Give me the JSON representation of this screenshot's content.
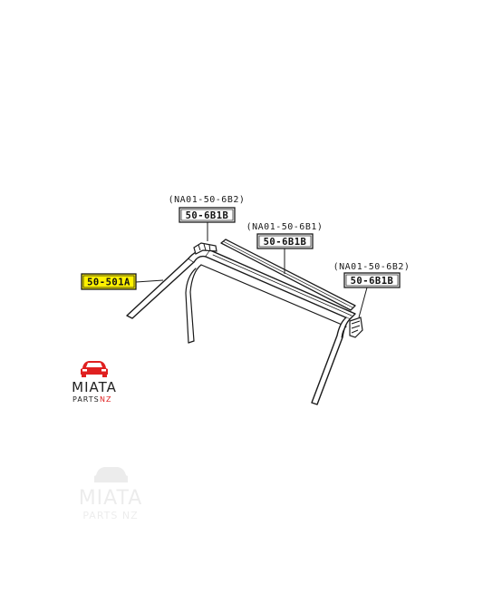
{
  "callouts": {
    "main_part": "50-501A",
    "clip_left_ref": "(NA01-50-6B2)",
    "clip_left_code": "50-6B1B",
    "strip_ref": "(NA01-50-6B1)",
    "strip_code": "50-6B1B",
    "clip_right_ref": "(NA01-50-6B2)",
    "clip_right_code": "50-6B1B"
  },
  "logo": {
    "brand": "MIATA",
    "sub_left": "PARTS",
    "sub_right": "NZ"
  },
  "watermark": {
    "brand": "MIATA",
    "sub": "PARTS NZ"
  },
  "colors": {
    "highlight": "#fff200",
    "logo_red": "#e02020",
    "ink": "#1a1a1a"
  },
  "icons": {
    "logo": "car-front-icon"
  }
}
